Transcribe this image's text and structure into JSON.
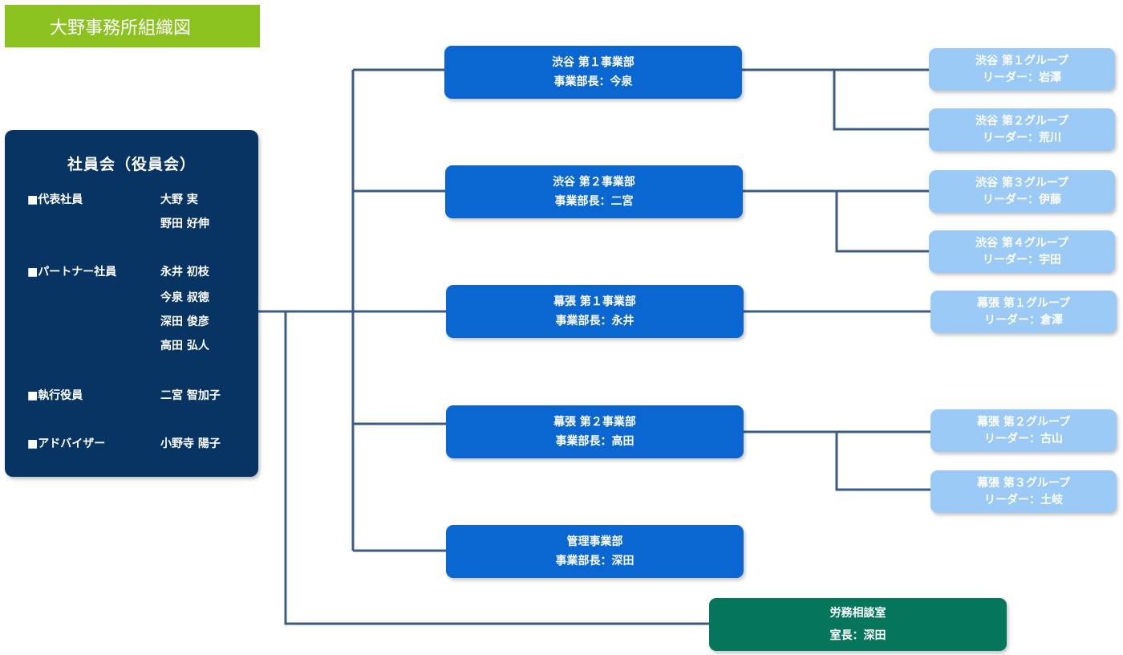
{
  "title": "大野事務所組織図",
  "board": {
    "title": "社員会（役員会）",
    "sections": [
      {
        "role": "■代表社員",
        "members": [
          "大野 実",
          "野田 好伸"
        ]
      },
      {
        "role": "■パートナー社員",
        "members": [
          "永井 初枝",
          "今泉 叔徳",
          "深田 俊彦",
          "高田 弘人"
        ]
      },
      {
        "role": "■執行役員",
        "members": [
          "二宮 智加子"
        ]
      },
      {
        "role": "■アドバイザー",
        "members": [
          "小野寺 陽子"
        ]
      }
    ]
  },
  "divisions": [
    {
      "name": "渋谷 第１事業部",
      "head": "事業部長：今泉"
    },
    {
      "name": "渋谷 第２事業部",
      "head": "事業部長：二宮"
    },
    {
      "name": "幕張 第１事業部",
      "head": "事業部長：永井"
    },
    {
      "name": "幕張 第２事業部",
      "head": "事業部長：高田"
    },
    {
      "name": "管理事業部",
      "head": "事業部長：深田"
    }
  ],
  "groups": [
    {
      "name": "渋谷 第１グループ",
      "leader": "リーダー：岩澤"
    },
    {
      "name": "渋谷 第２グループ",
      "leader": "リーダー：荒川"
    },
    {
      "name": "渋谷 第３グループ",
      "leader": "リーダー：伊藤"
    },
    {
      "name": "渋谷 第４グループ",
      "leader": "リーダー：宇田"
    },
    {
      "name": "幕張 第１グループ",
      "leader": "リーダー：倉澤"
    },
    {
      "name": "幕張 第２グループ",
      "leader": "リーダー：古山"
    },
    {
      "name": "幕張 第３グループ",
      "leader": "リーダー：土岐"
    }
  ],
  "office": {
    "name": "労務相談室",
    "head": "室長：深田"
  },
  "colors": {
    "title_bar": "#8cc21f",
    "board": "#073462",
    "division": "#0a67d1",
    "group": "#9ccaf7",
    "office": "#05765c",
    "connector": "#3c5c85"
  }
}
